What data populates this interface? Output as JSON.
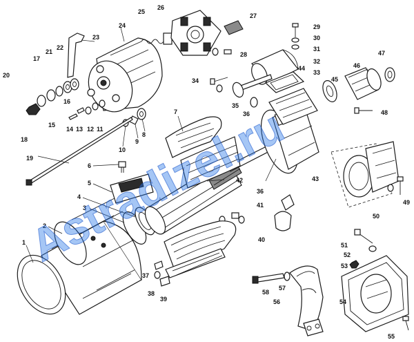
{
  "watermark": {
    "text": "Astradizel.ru",
    "color": "#2878e6"
  },
  "callouts": {
    "c1": "1",
    "c2": "2",
    "c3": "3",
    "c4": "4",
    "c5": "5",
    "c6": "6",
    "c7": "7",
    "c8": "8",
    "c9": "9",
    "c10": "10",
    "c11": "11",
    "c12": "12",
    "c13": "13",
    "c14": "14",
    "c15": "15",
    "c16": "16",
    "c17": "17",
    "c18": "18",
    "c19": "19",
    "c20": "20",
    "c21": "21",
    "c22": "22",
    "c23": "23",
    "c24": "24",
    "c25": "25",
    "c26": "26",
    "c27": "27",
    "c28": "28",
    "c29": "29",
    "c30": "30",
    "c31": "31",
    "c32": "32",
    "c33": "33",
    "c34": "34",
    "c35": "35",
    "c36": "36",
    "c37": "37",
    "c38": "38",
    "c39": "39",
    "c40": "40",
    "c41": "41",
    "c42": "42",
    "c43": "43",
    "c44": "44",
    "c45": "45",
    "c46": "46",
    "c47": "47",
    "c48": "48",
    "c49": "49",
    "c50": "50",
    "c51": "51",
    "c52": "52",
    "c53": "53",
    "c54": "54",
    "c55": "55",
    "c56": "56",
    "c57": "57",
    "c58": "58"
  }
}
